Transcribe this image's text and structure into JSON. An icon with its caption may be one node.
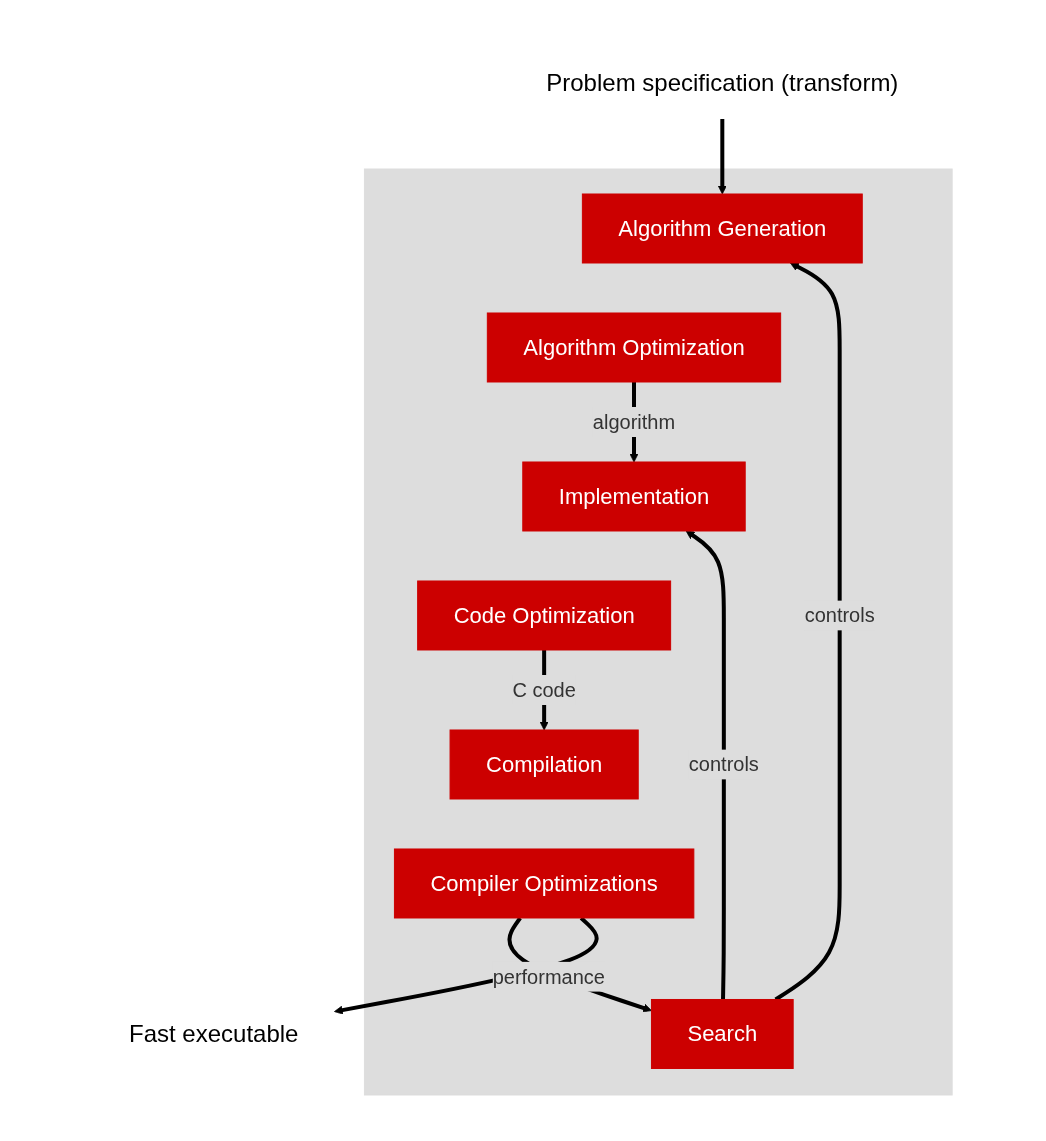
{
  "diagram": {
    "nodes": [
      {
        "text": [
          "Problem specification (transform)"
        ]
      },
      {
        "text": [],
        "shape": "box"
      },
      {
        "text": [
          "Algorithm Generation"
        ],
        "in": 1
      },
      {
        "text": [
          "Algorithm Optimization"
        ],
        "in": 1
      },
      {
        "text": [
          "Implementation"
        ],
        "in": 1
      },
      {
        "text": [
          "Code Optimization"
        ],
        "in": 1
      },
      {
        "text": [
          "Compilation"
        ],
        "in": 1
      },
      {
        "text": [
          "Compiler Optimizations"
        ],
        "in": 1
      },
      {
        "text": [
          "Search"
        ],
        "in": 1
      },
      {
        "text": [
          "Fast executable"
        ]
      }
    ],
    "edges": [
      {
        "from": 0,
        "to": 2,
        "arrow": "to"
      },
      {
        "from": 3,
        "to": 4,
        "arrow": "to",
        "label": "algorithm"
      },
      {
        "from": 5,
        "to": 6,
        "arrow": "to",
        "label": "C code"
      },
      {
        "from": 8,
        "to": 2,
        "arrow": "to",
        "label": "controls"
      },
      {
        "from": 8,
        "to": 4,
        "arrow": "to",
        "label": "controls"
      },
      {
        "from": 7,
        "to": 8,
        "arrow": "to",
        "label": "performance"
      },
      {
        "from": 7,
        "to": 9,
        "arrow": "to"
      }
    ]
  }
}
